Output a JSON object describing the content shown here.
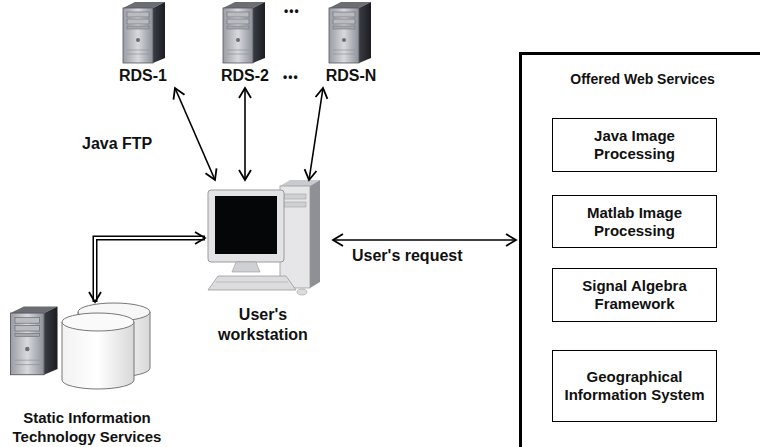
{
  "diagram": {
    "nodes": [
      {
        "text": [
          "RDS-1"
        ]
      },
      {
        "text": [
          "RDS-2"
        ]
      },
      {
        "text": [
          "RDS-N"
        ]
      },
      {
        "text": [
          "User's workstation"
        ]
      },
      {
        "text": [
          "Static Information Technology Services"
        ]
      },
      {
        "text": [
          "Offered Web Services"
        ]
      },
      {
        "text": [
          "Java Image Processing"
        ],
        "in": 5
      },
      {
        "text": [
          "Matlab Image Processing"
        ],
        "in": 5
      },
      {
        "text": [
          "Signal Algebra Framework"
        ],
        "in": 5
      },
      {
        "text": [
          "Geographical Information System"
        ],
        "in": 5
      }
    ],
    "edges": [
      {
        "from": 0,
        "to": 3,
        "arrow": "both",
        "label": "Java FTP"
      },
      {
        "from": 1,
        "to": 3,
        "arrow": "both"
      },
      {
        "from": 2,
        "to": 3,
        "arrow": "both"
      },
      {
        "from": 3,
        "to": 4,
        "arrow": "both"
      },
      {
        "from": 3,
        "to": 5,
        "arrow": "both",
        "label": "User's request"
      }
    ],
    "labels": [
      "•••",
      "•••"
    ]
  }
}
